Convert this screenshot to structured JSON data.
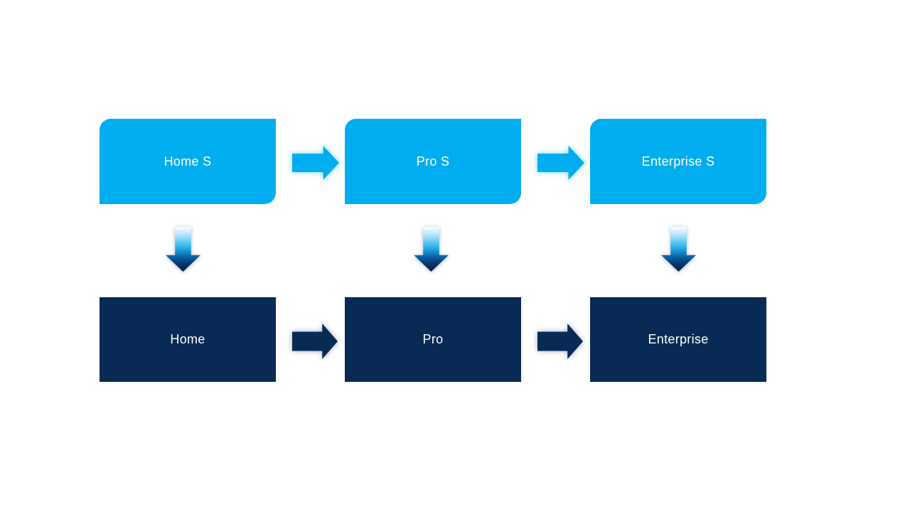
{
  "diagram": {
    "top_row": [
      {
        "label": "Home S"
      },
      {
        "label": "Pro S"
      },
      {
        "label": "Enterprise S"
      }
    ],
    "bottom_row": [
      {
        "label": "Home"
      },
      {
        "label": "Pro"
      },
      {
        "label": "Enterprise"
      }
    ]
  },
  "icons": {
    "horizontal_connector": "right-arrow-icon",
    "vertical_connector": "down-arrow-icon"
  },
  "colors": {
    "background": "#ffffff",
    "light_blue": "#00aeef",
    "dark_navy": "#082a54",
    "label_text": "#ffffff",
    "grad_top": "#ffffff",
    "grad_mid": "#27b1ec",
    "grad_bottom": "#041d42"
  }
}
